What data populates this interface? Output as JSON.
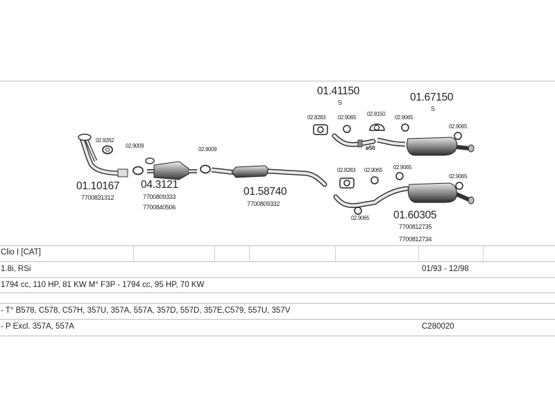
{
  "parts": [
    {
      "id": "p1",
      "number": "01.10167",
      "oem": [
        "7700831312"
      ]
    },
    {
      "id": "p2",
      "number": "04.3121",
      "oem": [
        "7700809333",
        "7700840506"
      ]
    },
    {
      "id": "p3",
      "number": "01.58740",
      "oem": [
        "7700809332"
      ]
    },
    {
      "id": "p4",
      "number": "01.41150",
      "suffix": "S",
      "oem": []
    },
    {
      "id": "p5",
      "number": "01.67150",
      "suffix": "S",
      "oem": []
    },
    {
      "id": "p6",
      "number": "01.60305",
      "oem": [
        "7700812735",
        "7700812734"
      ]
    }
  ],
  "accessories": {
    "a1": "02.9262",
    "a2": "02.9009",
    "a3": "02.9009",
    "a4": "02.8283",
    "a5": "02.9065",
    "a6": "02.8150",
    "a7": "02.9065",
    "a8": "02.9065",
    "a9": "02.8283",
    "a10": "02.9065",
    "a11": "02.9065",
    "a12": "02.9065",
    "a13": "02.9065"
  },
  "pipe_diameter": "ø50",
  "vehicle": {
    "model": "Clio I [CAT]",
    "engine": "1.8i, RSi",
    "years": "01/93 - 12/98",
    "specs": "1794 cc, 110 HP, 81 KW M° F3P - 1794 cc, 95 HP, 70 KW",
    "notes_line1": "- T° B578, C578, C57H, 357U, 357A, 557A, 357D, 557D, 357E,C579, 557U, 357V",
    "notes_line2": "- P Excl. 357A, 557A",
    "code": "C280020"
  }
}
